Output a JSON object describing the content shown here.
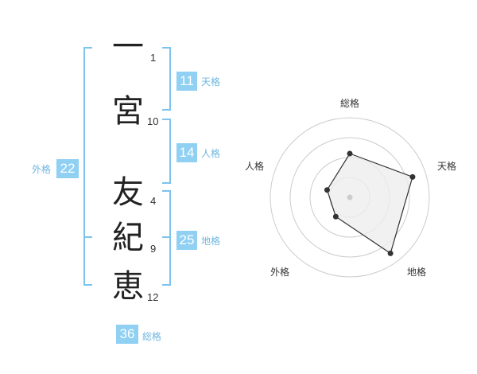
{
  "name": {
    "characters": [
      {
        "char": "一",
        "strokes": "1"
      },
      {
        "char": "宮",
        "strokes": "10"
      },
      {
        "char": "友",
        "strokes": "4"
      },
      {
        "char": "紀",
        "strokes": "9"
      },
      {
        "char": "恵",
        "strokes": "12"
      }
    ]
  },
  "fortune": {
    "tenkaku": {
      "value": "11",
      "label": "天格"
    },
    "jinkaku": {
      "value": "14",
      "label": "人格"
    },
    "chikaku": {
      "value": "25",
      "label": "地格"
    },
    "gaikaku": {
      "value": "22",
      "label": "外格"
    },
    "soukaku": {
      "value": "36",
      "label": "総格"
    }
  },
  "colors": {
    "accent": "#8fd0f3",
    "bracket": "#7cc3ee",
    "label": "#6fb6de",
    "radar_fill": "#eeeeee",
    "radar_line": "#333333"
  },
  "radar": {
    "axes": [
      "総格",
      "天格",
      "地格",
      "外格",
      "人格"
    ],
    "levels": 4,
    "values": [
      0.55,
      0.83,
      0.87,
      0.3,
      0.3
    ]
  }
}
